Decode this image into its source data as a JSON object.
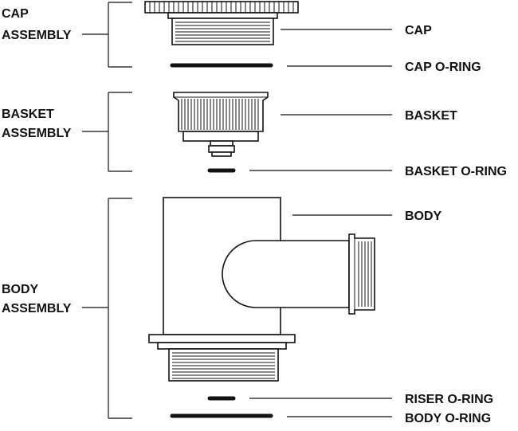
{
  "groups": {
    "cap": {
      "line1": "CAP",
      "line2": "ASSEMBLY"
    },
    "basket": {
      "line1": "BASKET",
      "line2": "ASSEMBLY"
    },
    "body": {
      "line1": "BODY",
      "line2": "ASSEMBLY"
    }
  },
  "parts": {
    "cap": "CAP",
    "cap_oring": "CAP O-RING",
    "basket": "BASKET",
    "basket_oring": "BASKET O-RING",
    "body": "BODY",
    "riser_oring": "RISER O-RING",
    "body_oring": "BODY O-RING"
  }
}
